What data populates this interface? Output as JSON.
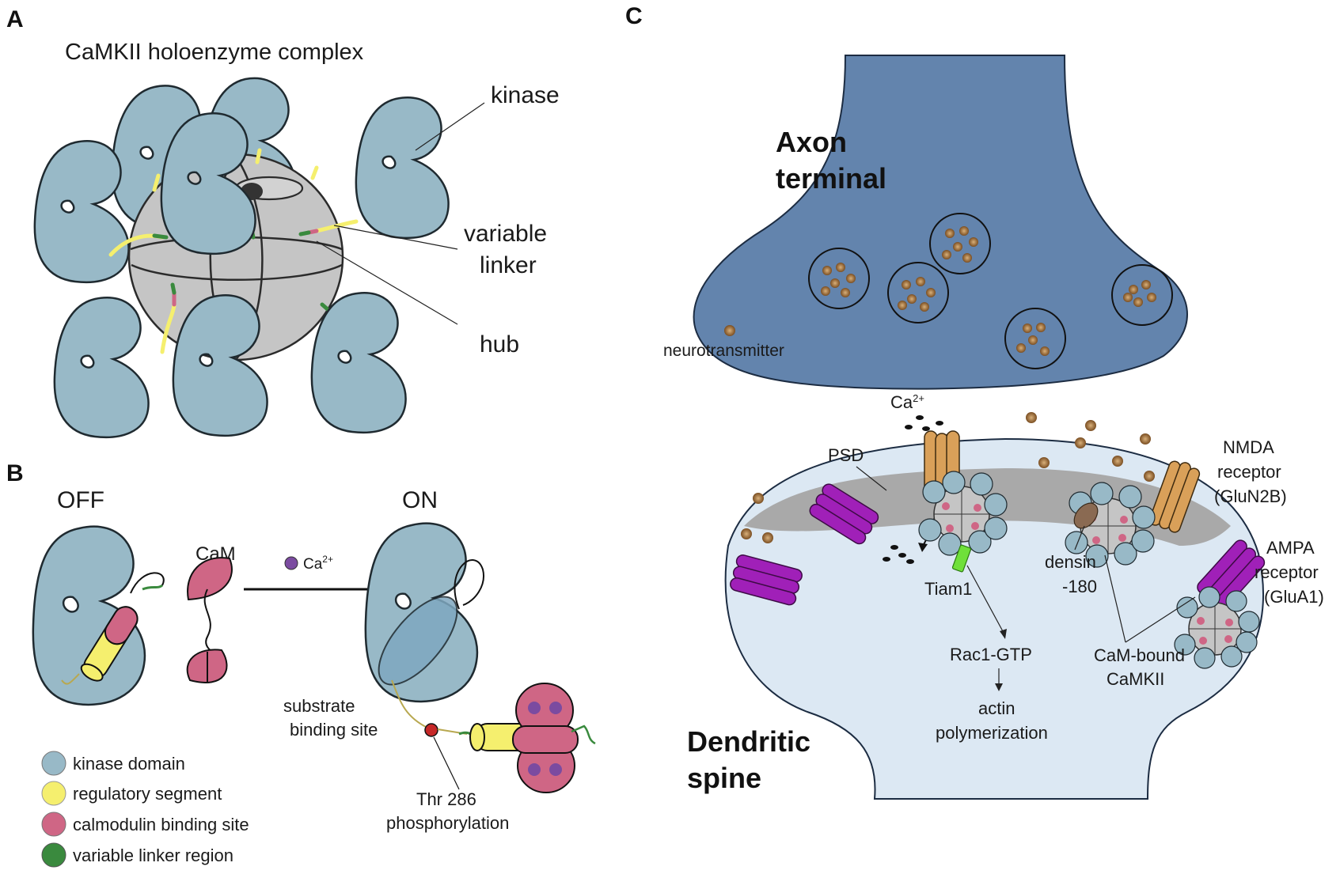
{
  "panels": {
    "a": "A",
    "b": "B",
    "c": "C"
  },
  "panel_a": {
    "title": "CaMKII holoenzyme complex",
    "kinase": "kinase",
    "variable": "variable",
    "linker": "linker",
    "hub": "hub"
  },
  "panel_b": {
    "off": "OFF",
    "on": "ON",
    "cam": "CaM",
    "ca": "Ca",
    "ca_sup": "2+",
    "substrate_1": "substrate",
    "substrate_2": "binding site",
    "thr_1": "Thr 286",
    "thr_2": "phosphorylation",
    "legend": [
      {
        "label": "kinase domain",
        "color": "#98b9c7"
      },
      {
        "label": "regulatory segment",
        "color": "#f5ef6e"
      },
      {
        "label": "calmodulin binding site",
        "color": "#cf6685"
      },
      {
        "label": "variable linker region",
        "color": "#3a8a3e"
      }
    ]
  },
  "panel_c": {
    "axon_1": "Axon",
    "axon_2": "terminal",
    "neurotransmitter": "neurotransmitter",
    "ca": "Ca",
    "ca_sup": "2+",
    "psd": "PSD",
    "nmda_1": "NMDA",
    "nmda_2": "receptor",
    "nmda_3": "(GluN2B)",
    "ampa_1": "AMPA",
    "ampa_2": "receptor",
    "ampa_3": "(GluA1)",
    "densin_1": "densin",
    "densin_2": "-180",
    "tiam": "Tiam1",
    "rac": "Rac1-GTP",
    "actin_1": "actin",
    "actin_2": "polymerization",
    "cam_1": "CaM-bound",
    "cam_2": "CaMKII",
    "dend_1": "Dendritic",
    "dend_2": "spine"
  },
  "colors": {
    "kinase": "#98b9c7",
    "regulatory": "#f5ef6e",
    "calmodulin": "#cf6685",
    "linker": "#3a8a3e",
    "hub": "#c5c5c5",
    "axon": "#6384ad",
    "spine": "#dce8f3",
    "psd": "#a9a9a9",
    "nmda": "#d9a059",
    "ampa": "#a020b8",
    "neurotransmitter": "#a0703a"
  }
}
